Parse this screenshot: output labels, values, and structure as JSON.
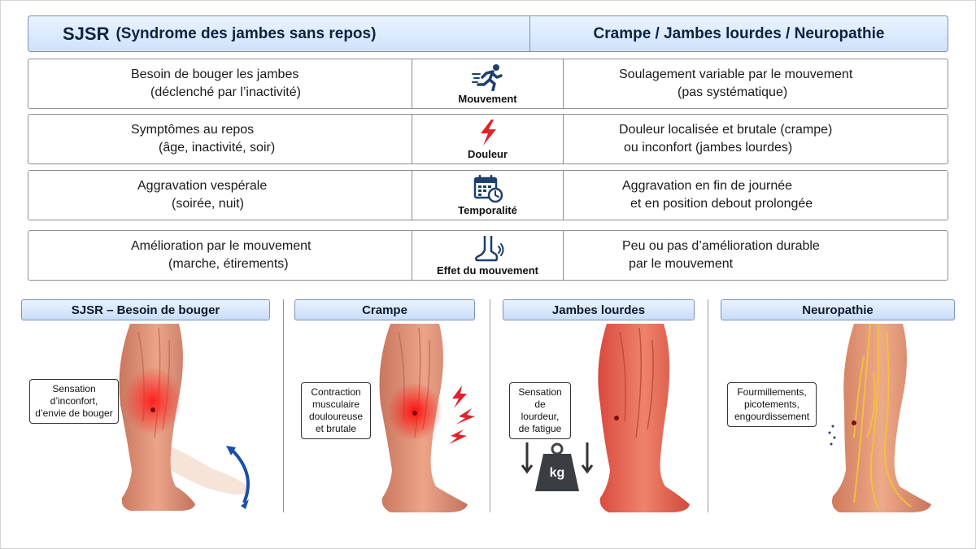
{
  "header": {
    "left_big": "SJSR",
    "left_paren": "(Syndrome des jambes sans repos)",
    "right": "Crampe / Jambes lourdes / Neuropathie"
  },
  "rows": [
    {
      "left": [
        "Besoin de bouger les jambes",
        "(déclenché par l’inactivité)"
      ],
      "icon": "running-person-icon",
      "label": "Mouvement",
      "right": [
        "Soulagement variable par le mouvement",
        "(pas systématique)"
      ]
    },
    {
      "left": [
        "Symptômes au repos",
        "(âge, inactivité, soir)"
      ],
      "icon": "lightning-bolt-icon",
      "label": "Douleur",
      "right": [
        "Douleur localisée et brutale (crampe)",
        "ou inconfort (jambes lourdes)"
      ]
    },
    {
      "left": [
        "Aggravation vespérale",
        "(soirée, nuit)"
      ],
      "icon": "calendar-clock-icon",
      "label": "Temporalité",
      "right": [
        "Aggravation en fin de journée",
        "et en position debout prolongée"
      ]
    },
    {
      "left": [
        "Amélioration par le mouvement",
        "(marche, étirements)"
      ],
      "icon": "foot-movement-icon",
      "label": "Effet du mouvement",
      "right": [
        "Peu ou pas d’amélioration durable",
        "par le mouvement"
      ]
    }
  ],
  "panels": [
    {
      "title": "SJSR – Besoin de bouger",
      "callout": [
        "Sensation",
        "d’inconfort,",
        "d’envie de bouger"
      ]
    },
    {
      "title": "Crampe",
      "callout": [
        "Contraction",
        "musculaire",
        "douloureuse",
        "et brutale"
      ]
    },
    {
      "title": "Jambes lourdes",
      "callout": [
        "Sensation",
        "de lourdeur,",
        "de fatigue"
      ],
      "weight_label": "kg"
    },
    {
      "title": "Neuropathie",
      "callout": [
        "Fourmillements,",
        "picotements,",
        "engourdissement"
      ]
    }
  ],
  "colors": {
    "header_bg": "#cfe2fb",
    "header_text": "#0c2340",
    "icon_blue": "#1f3f6e",
    "pain_red": "#e0222a",
    "skin": "#f2b79a"
  }
}
